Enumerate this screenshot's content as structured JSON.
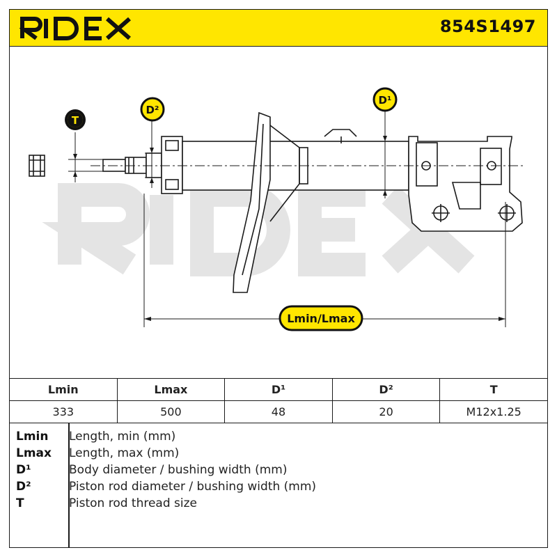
{
  "header": {
    "brand": "RIDEX",
    "part_number": "854S1497"
  },
  "colors": {
    "accent": "#ffe600",
    "ink": "#1a1a1a",
    "watermark": "#e6e6e6"
  },
  "drawing": {
    "labels": {
      "t": "T",
      "d2": "D²",
      "d1": "D¹",
      "length": "Lmin/Lmax"
    },
    "watermark": "RIDEX"
  },
  "specs": {
    "headers": [
      "Lmin",
      "Lmax",
      "D¹",
      "D²",
      "T"
    ],
    "values": [
      "333",
      "500",
      "48",
      "20",
      "M12x1.25"
    ]
  },
  "legend": [
    {
      "key": "Lmin",
      "desc": "Length, min (mm)"
    },
    {
      "key": "Lmax",
      "desc": "Length, max (mm)"
    },
    {
      "key": "D¹",
      "desc": "Body diameter / bushing width (mm)"
    },
    {
      "key": "D²",
      "desc": "Piston rod diameter / bushing width (mm)"
    },
    {
      "key": "T",
      "desc": "Piston rod thread size"
    }
  ]
}
